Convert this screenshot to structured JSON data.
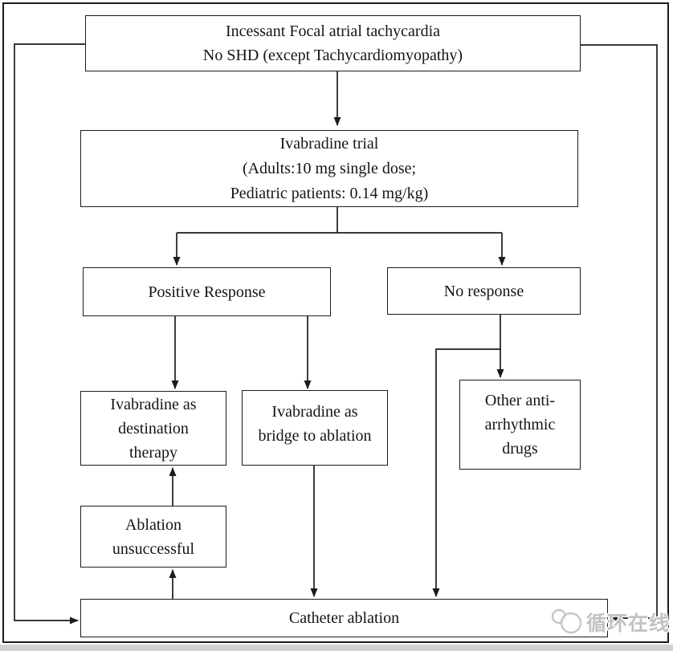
{
  "figure": {
    "type": "flowchart",
    "topic": "Ivabradine treatment algorithm for incessant focal atrial tachycardia"
  },
  "nodes": {
    "start": {
      "text": "Incessant Focal atrial tachycardia\nNo SHD (except Tachycardiomyopathy)"
    },
    "trial": {
      "text": "Ivabradine trial\n(Adults:10 mg single dose;\nPediatric patients: 0.14 mg/kg)"
    },
    "positive_response": {
      "text": "Positive Response"
    },
    "no_response": {
      "text": "No response"
    },
    "destination_therapy": {
      "text": "Ivabradine as\ndestination\ntherapy"
    },
    "bridge_to_ablation": {
      "text": "Ivabradine as\nbridge to ablation"
    },
    "other_drugs": {
      "text": "Other anti-\narrhythmic\ndrugs"
    },
    "ablation_unsuccessful": {
      "text": "Ablation\nunsuccessful"
    },
    "catheter_ablation": {
      "text": "Catheter ablation"
    }
  },
  "edges": [
    {
      "from": "start",
      "to": "trial"
    },
    {
      "from": "trial",
      "to": "positive_response"
    },
    {
      "from": "trial",
      "to": "no_response"
    },
    {
      "from": "positive_response",
      "to": "destination_therapy"
    },
    {
      "from": "positive_response",
      "to": "bridge_to_ablation"
    },
    {
      "from": "no_response",
      "to": "other_drugs"
    },
    {
      "from": "no_response",
      "to": "catheter_ablation"
    },
    {
      "from": "bridge_to_ablation",
      "to": "catheter_ablation"
    },
    {
      "from": "ablation_unsuccessful",
      "to": "destination_therapy"
    },
    {
      "from": "catheter_ablation",
      "to": "ablation_unsuccessful"
    },
    {
      "from": "start",
      "to": "catheter_ablation",
      "via": "left-rail"
    },
    {
      "from": "start",
      "to": "catheter_ablation",
      "via": "right-rail"
    }
  ],
  "watermark": {
    "text": "循环在线"
  },
  "colors": {
    "line": "#1c1c1c",
    "box_background": "#ffffff",
    "watermark": "#c2c2c2",
    "bottom_bar": "#d2d2d2"
  }
}
